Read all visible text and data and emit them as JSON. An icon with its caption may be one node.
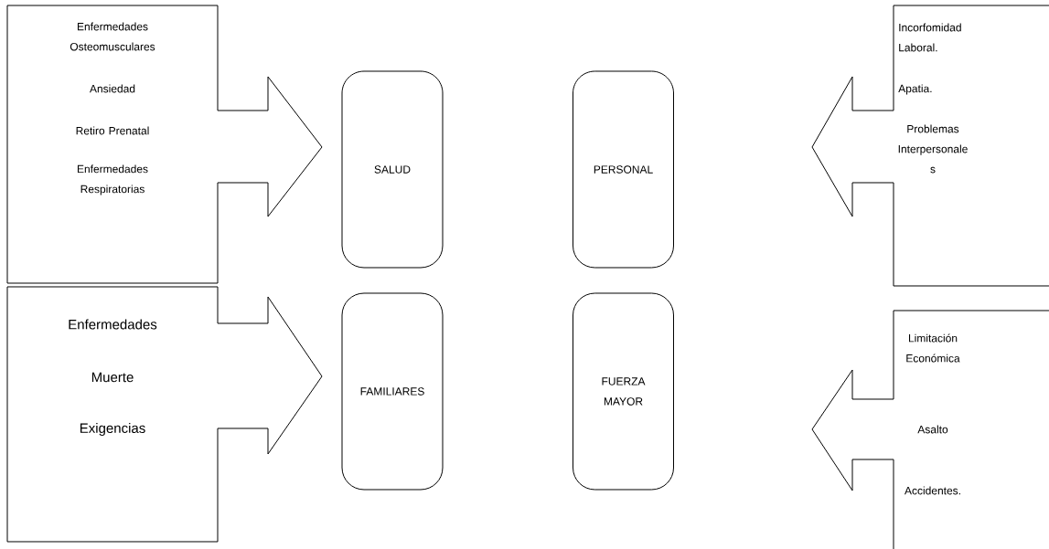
{
  "diagram": {
    "nodes": [
      {
        "text": [
          "Enfermedades Osteomusculares",
          "Ansiedad",
          "Retiro Prenatal",
          "Enfermedades Respiratorias"
        ]
      },
      {
        "text": [
          "SALUD"
        ]
      },
      {
        "text": [
          "PERSONAL"
        ]
      },
      {
        "text": [
          "Incorfomidad Laboral.",
          "Apatia.",
          "Problemas Interpersonale s"
        ]
      },
      {
        "text": [
          "Enfermedades",
          "Muerte",
          "Exigencias"
        ]
      },
      {
        "text": [
          "FAMILIARES"
        ]
      },
      {
        "text": [
          "FUERZA MAYOR"
        ]
      },
      {
        "text": [
          "Limitación Económica",
          "Asalto",
          "Accidentes."
        ]
      }
    ]
  }
}
